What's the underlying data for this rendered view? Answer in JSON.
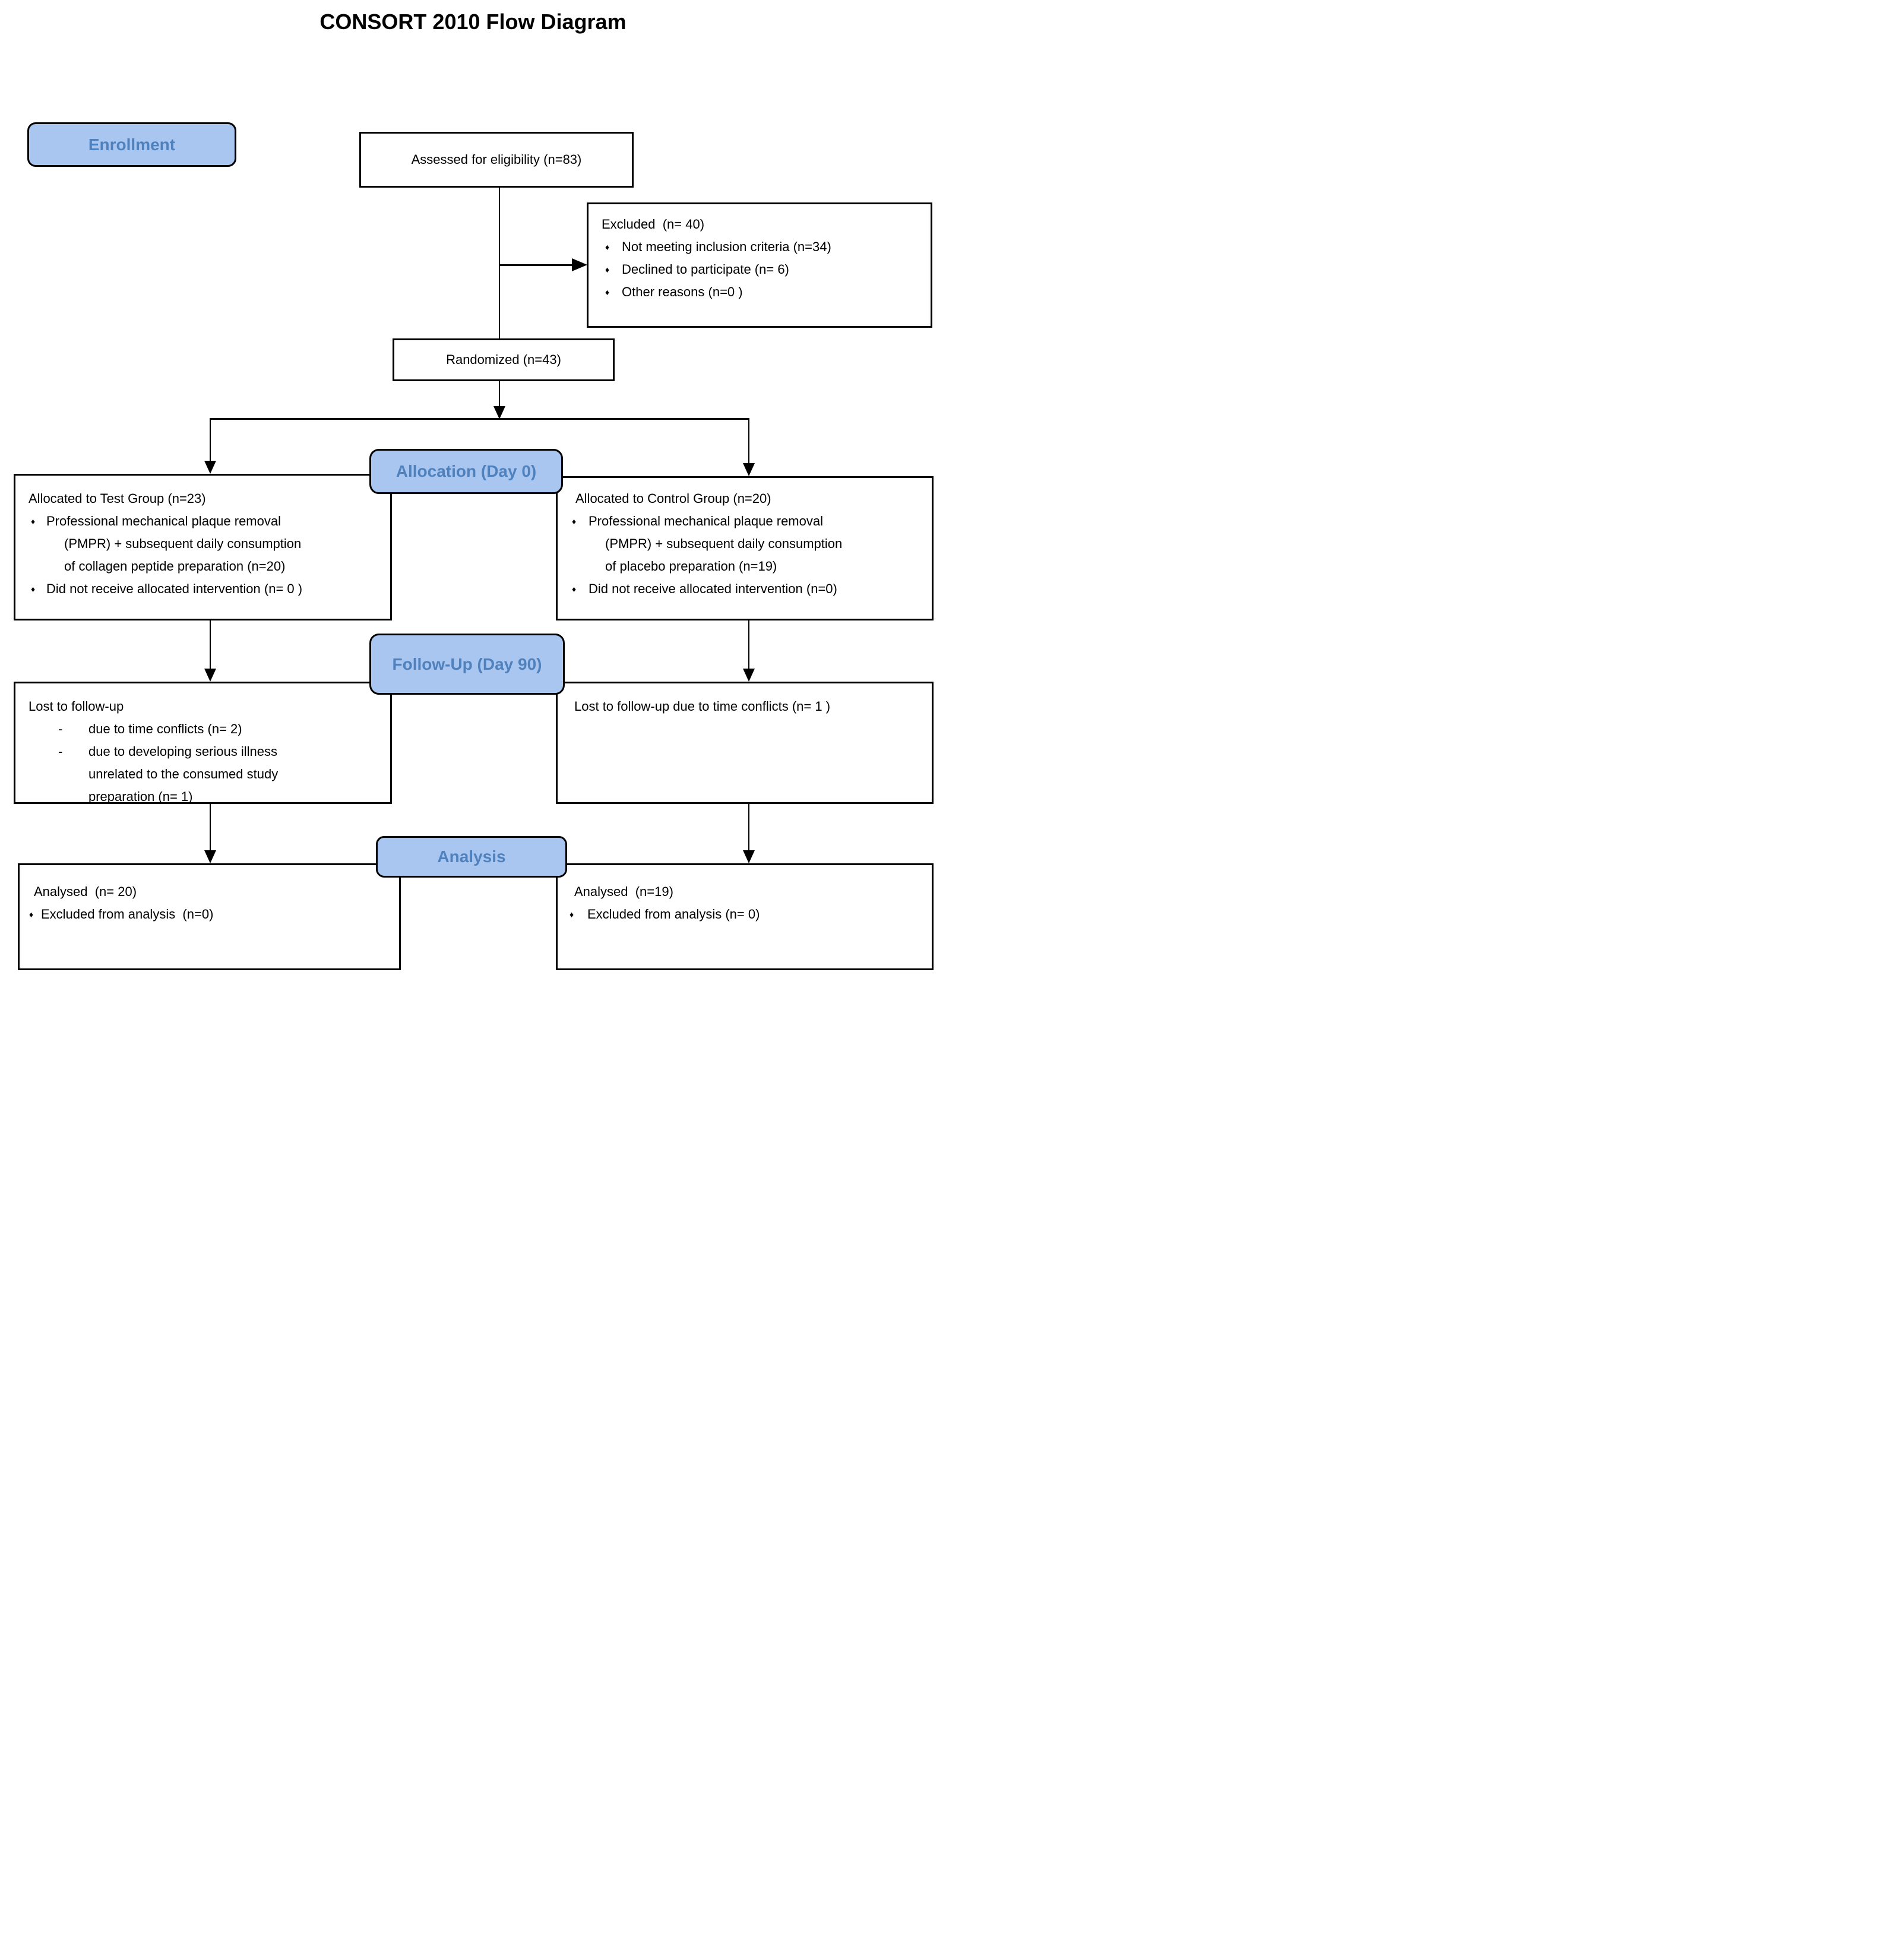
{
  "title": "CONSORT 2010 Flow Diagram",
  "colors": {
    "stage_fill": "#A9C6F0",
    "stage_text": "#4F81BD",
    "line_color": "#000000"
  },
  "markers": {
    "diamond": "♦",
    "dash": "-"
  },
  "stages": {
    "enrollment": "Enrollment",
    "allocation": "Allocation (Day 0)",
    "followup": "Follow-Up (Day 90)",
    "analysis": "Analysis"
  },
  "assessed": {
    "text": "Assessed for eligibility (n=83)"
  },
  "excluded": {
    "heading": "Excluded  (n= 40)",
    "item1": "Not meeting inclusion criteria (n=34)",
    "item2": "Declined to participate (n= 6)",
    "item3": "Other reasons (n=0 )"
  },
  "randomized": {
    "text": "Randomized (n=43)"
  },
  "alloc_left": {
    "heading": "Allocated to Test Group (n=23)",
    "bullet1_line1": "Professional mechanical plaque removal",
    "bullet1_line2": "(PMPR) + subsequent daily consumption",
    "bullet1_line3": "of collagen peptide preparation (n=20)",
    "bullet2": "Did not receive allocated intervention (n= 0 )"
  },
  "alloc_right": {
    "heading": "Allocated to Control Group (n=20)",
    "bullet1_line1": "Professional mechanical plaque removal",
    "bullet1_line2": "(PMPR) + subsequent daily consumption",
    "bullet1_line3": "of placebo preparation (n=19)",
    "bullet2": "Did not receive allocated intervention (n=0)"
  },
  "follow_left": {
    "heading": "Lost to follow-up",
    "item1": "due to time conflicts (n= 2)",
    "item2_line1": "due to developing serious illness",
    "item2_line2": "unrelated to the consumed study",
    "item2_line3": "preparation (n= 1)"
  },
  "follow_right": {
    "text": "Lost to follow-up due to time conflicts (n= 1 )"
  },
  "analysis_left": {
    "heading": "Analysed  (n= 20)",
    "bullet1": "Excluded from analysis  (n=0)"
  },
  "analysis_right": {
    "heading": "Analysed  (n=19)",
    "bullet1": "Excluded from analysis (n= 0)"
  }
}
